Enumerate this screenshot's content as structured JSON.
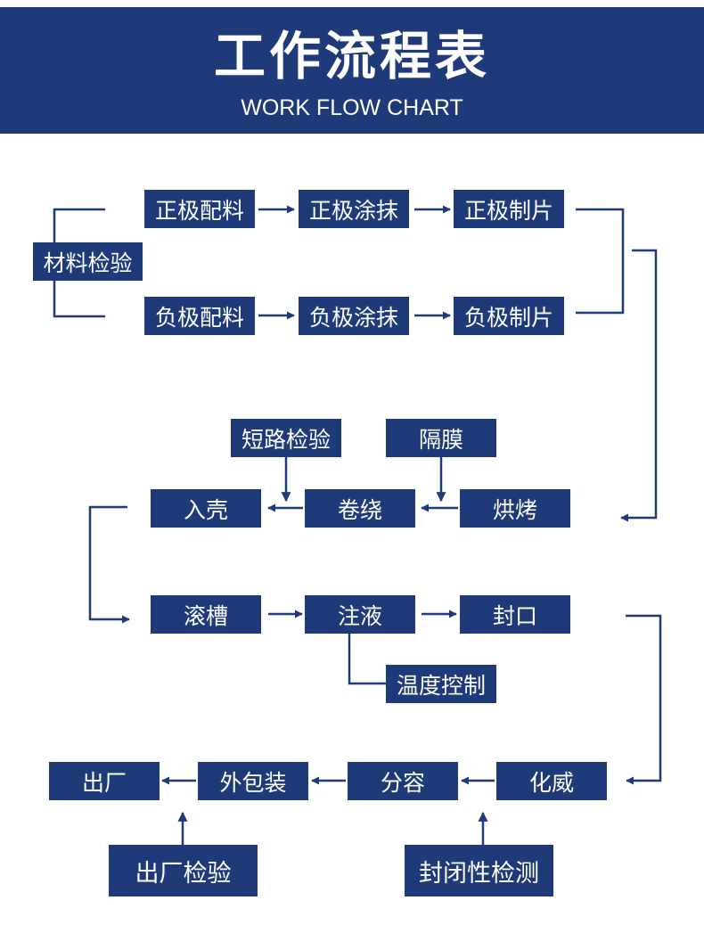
{
  "header": {
    "title": "工作流程表",
    "subtitle": "WORK FLOW CHART"
  },
  "steps": {
    "material_inspection": "材料检验",
    "positive_batching": "正极配料",
    "positive_coating": "正极涂抹",
    "positive_sheet": "正极制片",
    "negative_batching": "负极配料",
    "negative_coating": "负极涂抹",
    "negative_sheet": "负极制片",
    "short_circuit_test": "短路检验",
    "separator": "隔膜",
    "casing": "入壳",
    "winding": "卷绕",
    "baking": "烘烤",
    "grooving": "滚槽",
    "electrolyte_injection": "注液",
    "sealing": "封口",
    "temperature_control": "温度控制",
    "shipment": "出厂",
    "outer_packaging": "外包装",
    "grading": "分容",
    "formation": "化威",
    "factory_inspection": "出厂检验",
    "seal_test": "封闭性检测"
  },
  "colors": {
    "primary": "#1e3a78",
    "text": "#ffffff",
    "background": "#ffffff"
  }
}
